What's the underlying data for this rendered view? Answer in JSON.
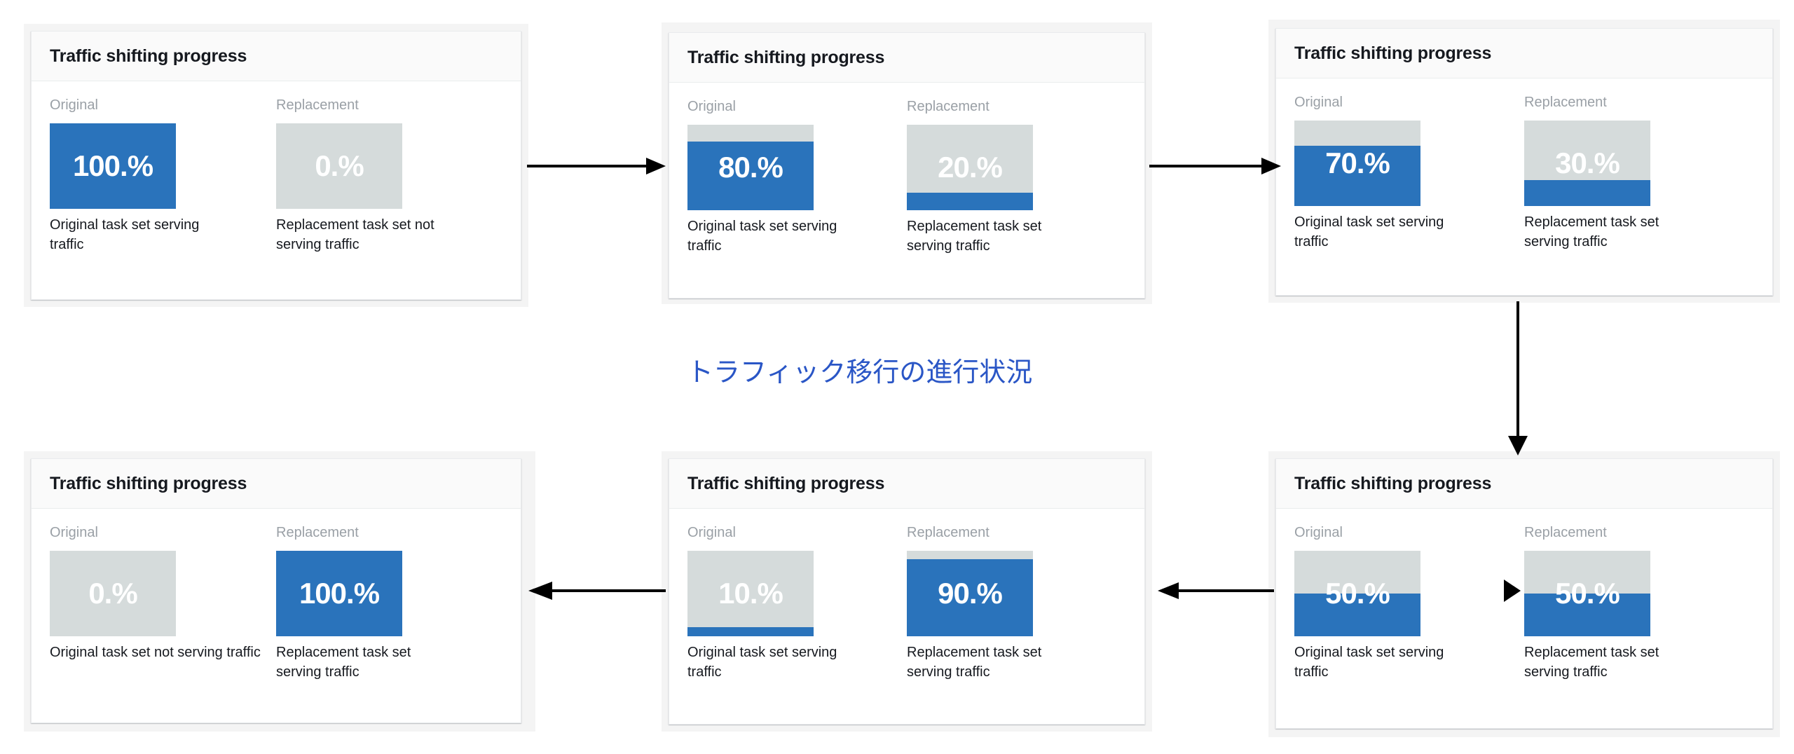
{
  "page": {
    "background_color": "#ffffff",
    "caption": "トラフィック移行の進行状況",
    "caption_color": "#2a56c6"
  },
  "colors": {
    "bar_filled": "#2a73bb",
    "bar_empty": "#d5dbdb",
    "card_header_bg": "#fafafa",
    "card_bg": "#ffffff",
    "card_border": "#e9ebed",
    "title_text": "#16191f",
    "muted_text": "#9aa0a6",
    "arrow": "#000000"
  },
  "labels": {
    "original": "Original",
    "replacement": "Replacement",
    "serving": "Original task set serving traffic",
    "not_serving": "Original task set not serving traffic",
    "repl_serving": "Replacement task set serving traffic",
    "repl_not_serving": "Replacement task set not serving traffic"
  },
  "cards": [
    {
      "id": "step-1",
      "title": "Traffic shifting progress",
      "original": {
        "group_label": "Original",
        "value": 100,
        "value_text": "100.%",
        "caption": "Original task set serving traffic"
      },
      "replacement": {
        "group_label": "Replacement",
        "value": 0,
        "value_text": "0.%",
        "caption": "Replacement task set not serving traffic"
      }
    },
    {
      "id": "step-2",
      "title": "Traffic shifting progress",
      "original": {
        "group_label": "Original",
        "value": 80,
        "value_text": "80.%",
        "caption": "Original task set serving traffic"
      },
      "replacement": {
        "group_label": "Replacement",
        "value": 20,
        "value_text": "20.%",
        "caption": "Replacement task set serving traffic"
      }
    },
    {
      "id": "step-3",
      "title": "Traffic shifting progress",
      "original": {
        "group_label": "Original",
        "value": 70,
        "value_text": "70.%",
        "caption": "Original task set serving traffic"
      },
      "replacement": {
        "group_label": "Replacement",
        "value": 30,
        "value_text": "30.%",
        "caption": "Replacement task set serving traffic"
      }
    },
    {
      "id": "step-4",
      "title": "Traffic shifting progress",
      "original": {
        "group_label": "Original",
        "value": 50,
        "value_text": "50.%",
        "caption": "Original task set serving traffic"
      },
      "replacement": {
        "group_label": "Replacement",
        "value": 50,
        "value_text": "50.%",
        "caption": "Replacement task set serving traffic"
      }
    },
    {
      "id": "step-5",
      "title": "Traffic shifting progress",
      "original": {
        "group_label": "Original",
        "value": 10,
        "value_text": "10.%",
        "caption": "Original task set serving traffic"
      },
      "replacement": {
        "group_label": "Replacement",
        "value": 90,
        "value_text": "90.%",
        "caption": "Replacement task set serving traffic"
      }
    },
    {
      "id": "step-6",
      "title": "Traffic shifting progress",
      "original": {
        "group_label": "Original",
        "value": 0,
        "value_text": "0.%",
        "caption": "Original task set not serving traffic"
      },
      "replacement": {
        "group_label": "Replacement",
        "value": 100,
        "value_text": "100.%",
        "caption": "Replacement task set serving traffic"
      }
    }
  ],
  "chart_data": {
    "type": "bar",
    "title": "Traffic shifting progress",
    "categories": [
      "Original",
      "Replacement"
    ],
    "steps": [
      {
        "step": 1,
        "original": 100,
        "replacement": 0
      },
      {
        "step": 2,
        "original": 80,
        "replacement": 20
      },
      {
        "step": 3,
        "original": 70,
        "replacement": 30
      },
      {
        "step": 4,
        "original": 50,
        "replacement": 50
      },
      {
        "step": 5,
        "original": 10,
        "replacement": 90
      },
      {
        "step": 6,
        "original": 0,
        "replacement": 100
      }
    ],
    "ylabel": "%",
    "ylim": [
      0,
      100
    ],
    "grid": false,
    "legend": "none"
  },
  "arrows": [
    {
      "id": "arrow-1-2",
      "direction": "right"
    },
    {
      "id": "arrow-2-3",
      "direction": "right"
    },
    {
      "id": "arrow-3-4",
      "direction": "down"
    },
    {
      "id": "arrow-4-5",
      "direction": "left"
    },
    {
      "id": "arrow-5-6",
      "direction": "left"
    }
  ]
}
